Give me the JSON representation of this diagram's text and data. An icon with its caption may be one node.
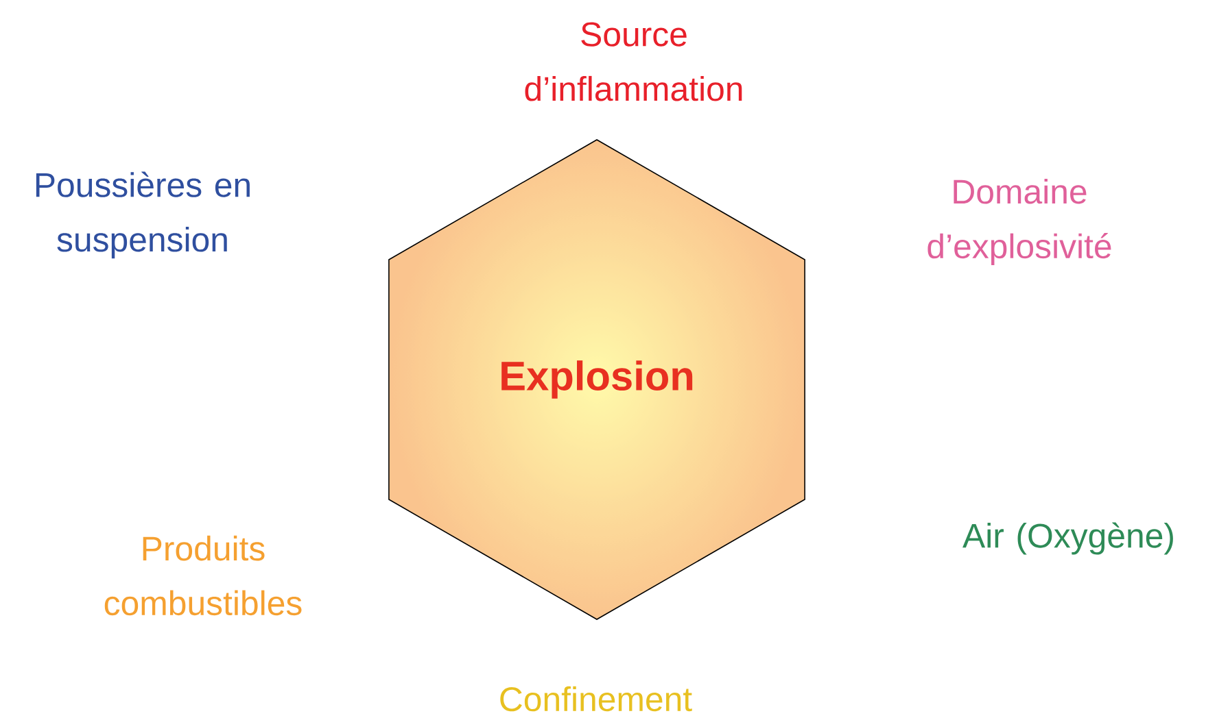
{
  "diagram": {
    "nodes": [
      {
        "text": [
          "Explosion"
        ]
      }
    ],
    "labels": [
      "Source d’inflammation",
      "Poussières en suspension",
      "Domaine d’explosivité",
      "Air (Oxygène)",
      "Produits combustibles",
      "Confinement"
    ]
  }
}
